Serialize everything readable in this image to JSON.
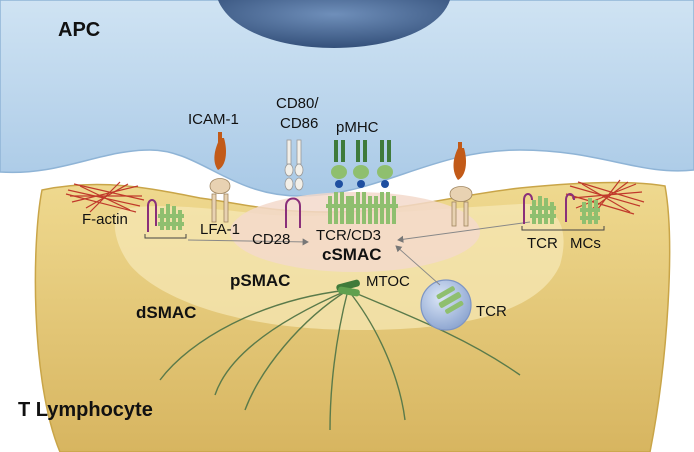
{
  "labels": {
    "apc": "APC",
    "t_lymphocyte": "T Lymphocyte",
    "icam1": "ICAM-1",
    "cd80_cd86_line1": "CD80/",
    "cd80_cd86_line2": "CD86",
    "pmhc": "pMHC",
    "f_actin": "F-actin",
    "lfa1": "LFA-1",
    "cd28": "CD28",
    "tcr_cd3": "TCR/CD3",
    "csmac": "cSMAC",
    "psmac": "pSMAC",
    "dsmac": "dSMAC",
    "mtoc": "MTOC",
    "tcr_vesicle": "TCR",
    "tcr_mcs_tcr": "TCR",
    "tcr_mcs_mcs": "MCs"
  },
  "colors": {
    "apc_fill": "#bcd8ee",
    "apc_edge": "#8fb4d6",
    "apc_nucleus": "#4f6f9a",
    "tcell_fill": "#e8cf7c",
    "tcell_edge": "#c9a548",
    "psmac_fill": "#f6e7b4",
    "csmac_fill": "#f3d9cb",
    "receptor_green": "#8fbf6f",
    "pmhc_green": "#3f7a3a",
    "mhc_knob": "#1f4fa0",
    "actin_red": "#c0392b",
    "magenta_receptor": "#8a2f7a",
    "icam_orange": "#c25a18",
    "lfa_tan": "#e8d2b2",
    "vesicle_blue": "#a9bde0",
    "microtubule": "#5a7a4a"
  },
  "icons": {
    "actin_left": "f-actin-mesh",
    "actin_right": "f-actin-mesh",
    "mtoc": "mtoc-centrosome",
    "vesicle": "tcr-vesicle"
  }
}
